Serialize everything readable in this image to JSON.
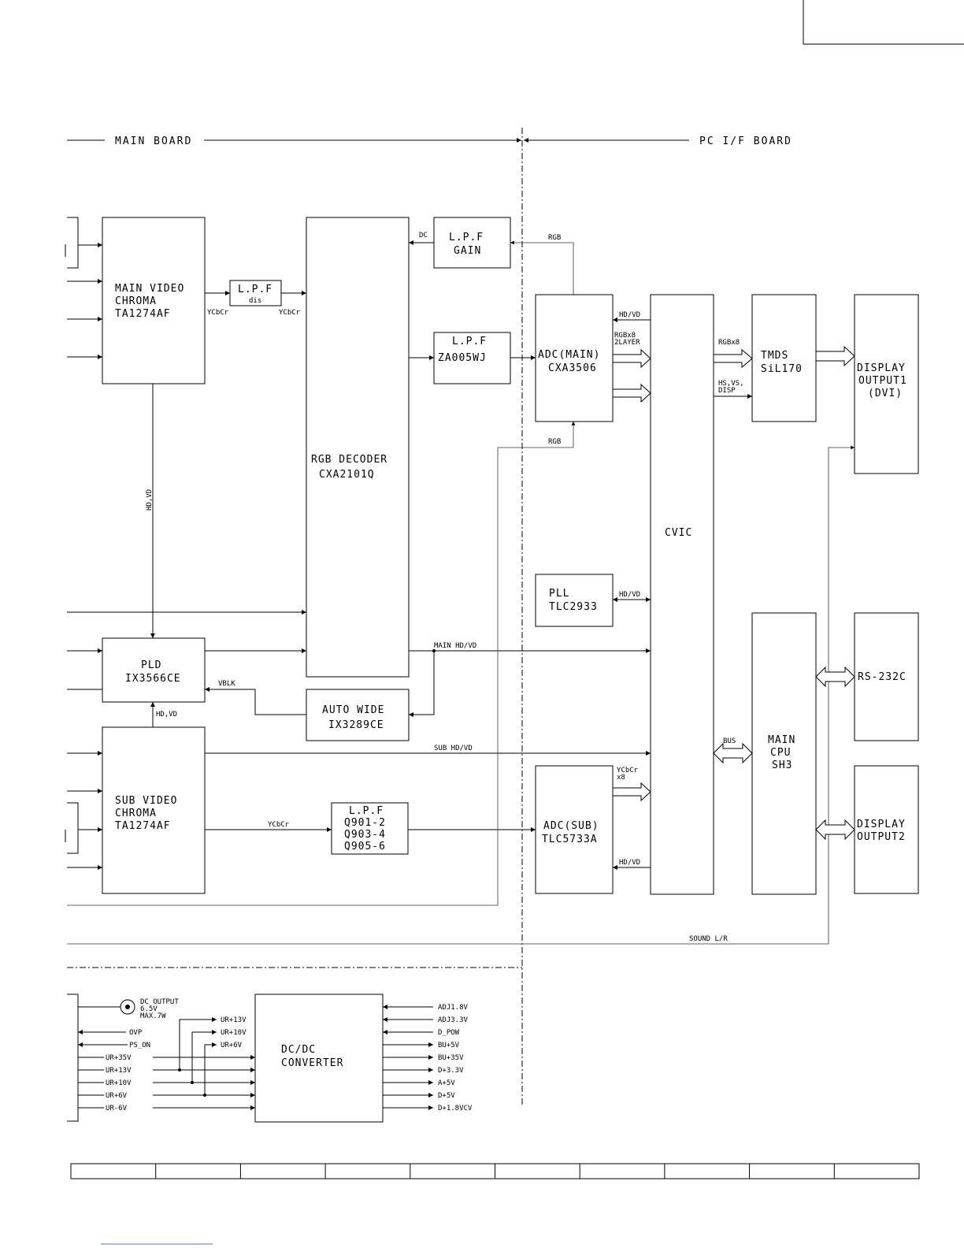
{
  "headers": {
    "main_board": "MAIN BOARD",
    "pc_if_board": "PC I/F BOARD"
  },
  "blocks": {
    "main_video": [
      "MAIN VIDEO",
      "CHROMA",
      "TA1274AF"
    ],
    "lpf_dis": [
      "L.P.F",
      "dis"
    ],
    "rgb_decoder": [
      "RGB DECODER",
      "CXA2101Q"
    ],
    "lpf_gain": [
      "L.P.F",
      "GAIN"
    ],
    "lpf_za005wj": [
      "L.P.F",
      "ZA005WJ"
    ],
    "adc_main": [
      "ADC(MAIN)",
      "CXA3506"
    ],
    "cvic": [
      "CVIC"
    ],
    "tmds": [
      "TMDS",
      "SiL170"
    ],
    "display_output1": [
      "DISPLAY",
      "OUTPUT1",
      "(DVI)"
    ],
    "pll": [
      "PLL",
      "TLC2933"
    ],
    "pld": [
      "PLD",
      "IX3566CE"
    ],
    "auto_wide": [
      "AUTO WIDE",
      "IX3289CE"
    ],
    "sub_video": [
      "SUB VIDEO",
      "CHROMA",
      "TA1274AF"
    ],
    "lpf_q901": [
      "L.P.F",
      "Q901-2",
      "Q903-4",
      "Q905-6"
    ],
    "adc_sub": [
      "ADC(SUB)",
      "TLC5733A"
    ],
    "main_cpu": [
      "MAIN",
      "CPU",
      "SH3"
    ],
    "rs232c": [
      "RS-232C"
    ],
    "display_output2": [
      "DISPLAY",
      "OUTPUT2"
    ],
    "dcdc": [
      "DC/DC",
      "CONVERTER"
    ]
  },
  "signals": {
    "ycbcr_1": "YCbCr",
    "ycbcr_2": "YCbCr",
    "dc": "DC",
    "rgb_top": "RGB",
    "rgb_mid": "RGB",
    "hdvd_adc_main": "HD/VD",
    "rgbx8_2layer": [
      "RGBx8",
      "2LAYER"
    ],
    "rgbx8": "RGBx8",
    "hs_vs_disp": [
      "HS,VS,",
      "DISP"
    ],
    "hd_vd_vertical": "HD,VD",
    "hdvd_pll": "HD/VD",
    "main_hdvd": "MAIN HD/VD",
    "vblk": "VBLK",
    "hd_vd_pld": "HD,VD",
    "sub_hdvd": "SUB HD/VD",
    "bus": "BUS",
    "ycbcr_x8": [
      "YCbCr",
      "x8"
    ],
    "ycbcr_sub": "YCbCr",
    "hdvd_adc_sub": "HD/VD",
    "sound_lr": "SOUND L/R"
  },
  "power": {
    "dc_output": [
      "DC OUTPUT",
      "6.5V",
      "MAX.7W"
    ],
    "left_outputs": [
      "OVP",
      "PS_ON"
    ],
    "left_inputs": [
      "UR+35V",
      "UR+13V",
      "UR+10V",
      "UR+6V",
      "UR-6V"
    ],
    "top_taps": [
      "UR+13V",
      "UR+10V",
      "UR+6V"
    ],
    "right_inputs": [
      "ADJ1.8V",
      "ADJ3.3V",
      "D_POW"
    ],
    "right_outputs": [
      "BU+5V",
      "BU+35V",
      "D+3.3V",
      "A+5V",
      "D+5V",
      "D+1.8VCV"
    ]
  },
  "footer_cells": 10
}
